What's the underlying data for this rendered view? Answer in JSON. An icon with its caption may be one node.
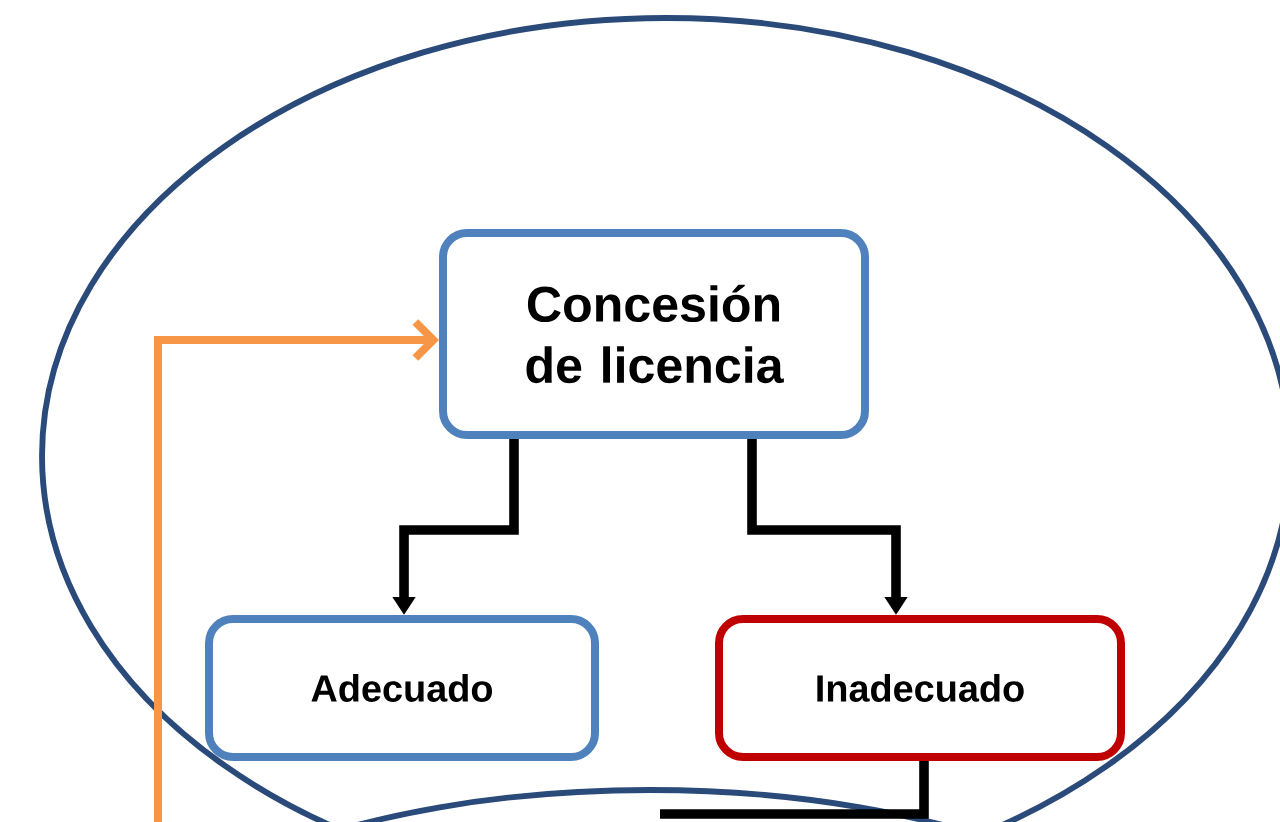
{
  "diagram": {
    "nodes": [
      {
        "text": [],
        "shape": "ellipse"
      },
      {
        "text": [
          "Concesión de licencia"
        ],
        "in": 0
      },
      {
        "text": [
          "Adecuado"
        ],
        "in": 0
      },
      {
        "text": [
          "Inadecuado"
        ],
        "in": 0
      },
      {
        "text": [],
        "shape": "ellipse"
      }
    ],
    "edges": [
      {
        "from": 1,
        "to": 2,
        "arrow": "to"
      },
      {
        "from": 1,
        "to": 3,
        "arrow": "to"
      },
      {
        "from": null,
        "to": 1,
        "arrow": "to",
        "color": "#f79646"
      },
      {
        "from": 3,
        "to": 4,
        "arrow": "none"
      }
    ]
  }
}
